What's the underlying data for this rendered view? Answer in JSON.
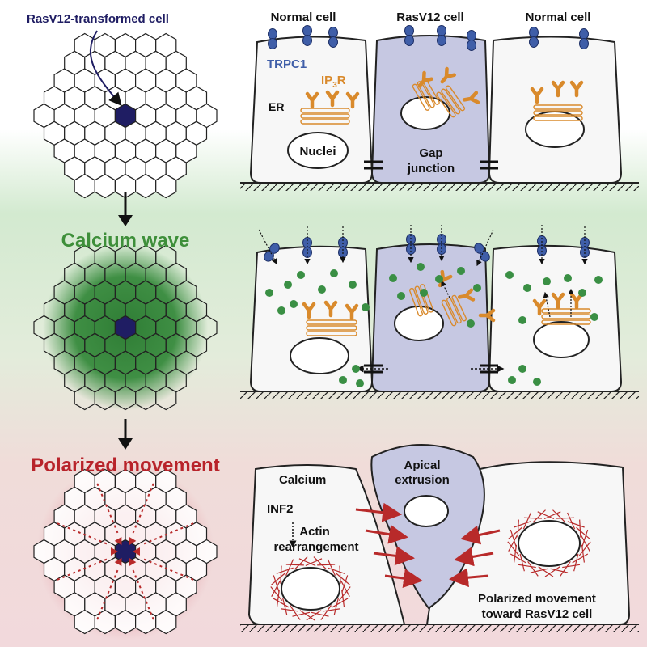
{
  "panels": {
    "top": {
      "hex_label": "RasV12-transformed cell",
      "cell_headers": [
        "Normal cell",
        "RasV12 cell",
        "Normal cell"
      ],
      "trpc1": "TRPC1",
      "ip3r_prefix": "IP",
      "ip3r_sub": "3",
      "ip3r_suffix": "R",
      "er": "ER",
      "nuclei": "Nuclei",
      "gap_line1": "Gap",
      "gap_line2": "junction"
    },
    "middle": {
      "title": "Calcium wave"
    },
    "bottom": {
      "title": "Polarized movement",
      "calcium": "Calcium",
      "inf2": "INF2",
      "actin_line1": "Actin",
      "actin_line2": "rearrangement",
      "apical_line1": "Apical",
      "apical_line2": "extrusion",
      "polarized_line1": "Polarized movement",
      "polarized_line2": "toward RasV12 cell"
    }
  },
  "colors": {
    "top_band": "#ffffff",
    "green_band": "#d3ead0",
    "red_band": "#f2d9dc",
    "rasv12_cell": "#c6c8e2",
    "channel_blue": "#3f5ea8",
    "ip3r_orange": "#d98a2c",
    "calcium_green": "#3a8f44",
    "actin_red": "#b82a2a",
    "title_green": "#3e8f3a",
    "title_red": "#b8232a",
    "hex_dark": "#1f1d63"
  }
}
